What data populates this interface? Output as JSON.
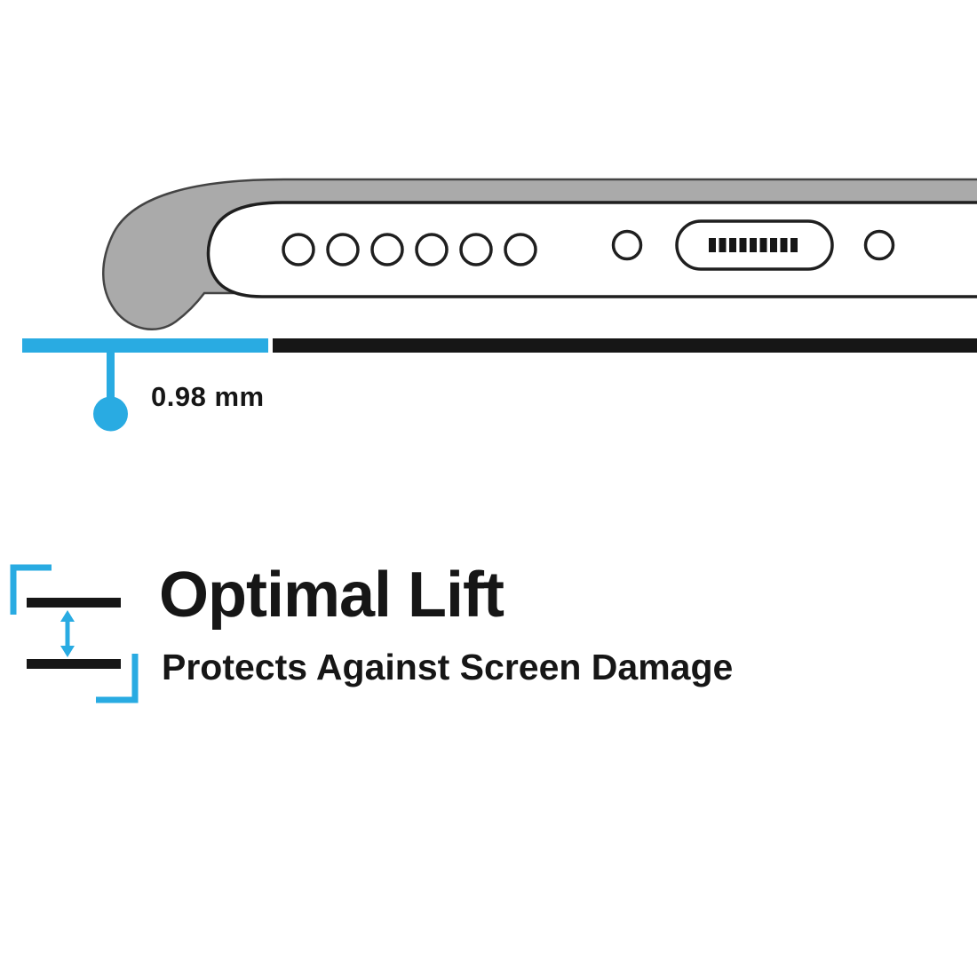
{
  "colors": {
    "accent": "#29abe2",
    "ink": "#161616",
    "case_gray": "#aaaaaa",
    "case_outline": "#444444",
    "phone_outline": "#1f1f1f"
  },
  "measurement": {
    "value": "0.98 mm"
  },
  "feature": {
    "title": "Optimal Lift",
    "subtitle": "Protects Against Screen Damage"
  },
  "diagram": {
    "speaker_hole_count": 6,
    "port_pin_count": 9
  }
}
